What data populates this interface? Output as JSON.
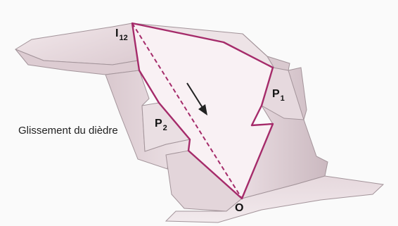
{
  "caption": "Glissement du dièdre",
  "labels": {
    "intersection": {
      "main": "I",
      "sub": "12"
    },
    "plane1": {
      "main": "P",
      "sub": "1"
    },
    "plane2": {
      "main": "P",
      "sub": "2"
    },
    "origin": "O"
  },
  "colors": {
    "wedge_outline": "#a52b6a",
    "dashed_line": "#a52b6a",
    "wedge_face": "#f9f1f4",
    "rock_light": "#efe3e6",
    "rock_mid": "#e2d2d6",
    "rock_dark": "#cdbcc2",
    "rock_edge": "#9e8f95"
  },
  "icons": {
    "arrow": "sliding-direction-arrow"
  }
}
